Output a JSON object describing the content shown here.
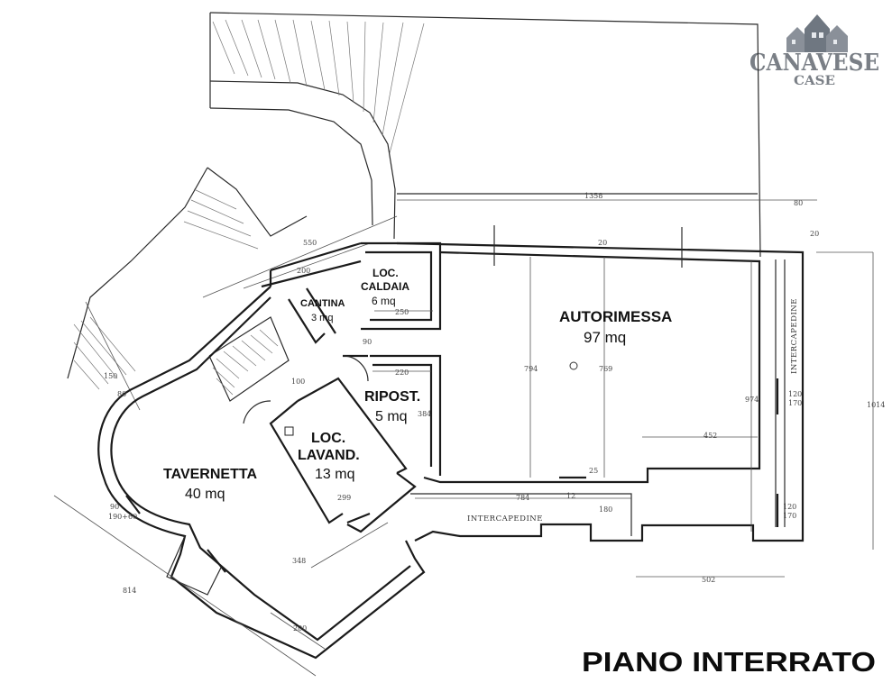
{
  "logo": {
    "brand": "CANAVESE",
    "sub": "CASE"
  },
  "title": "PIANO INTERRATO",
  "rooms": {
    "caldaia": {
      "name_line1": "LOC.",
      "name_line2": "CALDAIA",
      "area": "6 mq"
    },
    "cantina": {
      "name": "CANTINA",
      "area": "3 mq"
    },
    "autorimessa": {
      "name": "AUTORIMESSA",
      "area": "97 mq"
    },
    "ripost": {
      "name": "RIPOST.",
      "area": "5 mq"
    },
    "lavand": {
      "name_line1": "LOC.",
      "name_line2": "LAVAND.",
      "area": "13 mq"
    },
    "tavernetta": {
      "name": "TAVERNETTA",
      "area": "40 mq"
    }
  },
  "labels": {
    "intercapedine": "INTERCAPEDINE"
  },
  "dimensions": {
    "d1358": "1358",
    "d80": "80",
    "d20": "20",
    "d550": "550",
    "d200": "200",
    "d250": "250",
    "d220": "220",
    "d90": "90",
    "d384": "384",
    "d794": "794",
    "d769": "769",
    "d974": "974",
    "d1014": "1014",
    "d452": "452",
    "d784": "784",
    "d180": "180",
    "d502": "502",
    "d348": "348",
    "d299": "299",
    "d150": "150",
    "d814": "814",
    "d120_170": "120",
    "d170": "170",
    "d12": "12",
    "d80b": "80",
    "d90b": "90",
    "d190_60": "190+60",
    "d25": "25",
    "d100": "100"
  }
}
